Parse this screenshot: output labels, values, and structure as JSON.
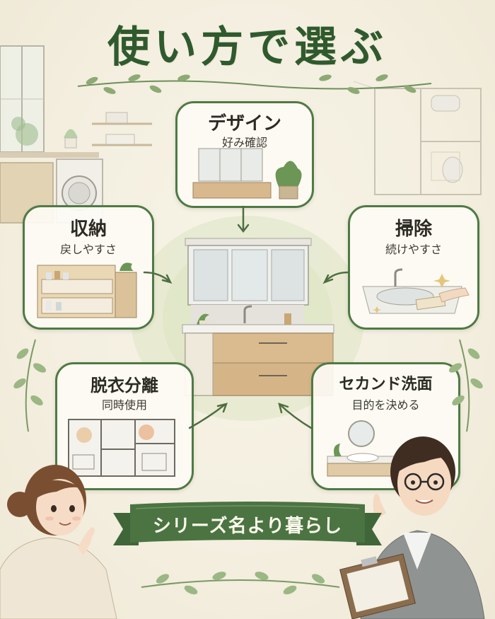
{
  "title": "使い方で選ぶ",
  "cards": {
    "design": {
      "heading": "デザイン",
      "sub": "好み確認"
    },
    "storage": {
      "heading": "収納",
      "sub": "戻しやすさ"
    },
    "cleaning": {
      "heading": "掃除",
      "sub": "続けやすさ"
    },
    "dressing": {
      "heading": "脱衣分離",
      "sub": "同時使用"
    },
    "second": {
      "heading": "セカンド洗面",
      "sub": "目的を決める"
    }
  },
  "banner": {
    "text": "シリーズ名より暮らし"
  },
  "colors": {
    "accent": "#4f7a45",
    "banner": "#4b7442",
    "title": "#2f5a2e"
  }
}
